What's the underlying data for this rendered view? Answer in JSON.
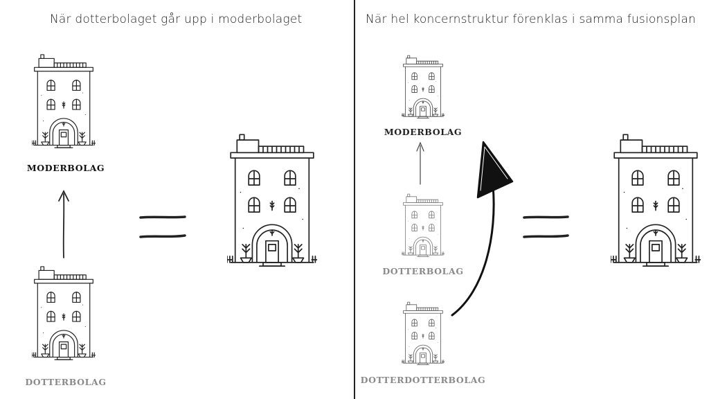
{
  "left_panel": {
    "title": "När dotterbolaget går upp i moderbolaget",
    "top_label": "MODERBOLAG",
    "bottom_label": "DOTTERBOLAG"
  },
  "right_panel": {
    "title": "När hel koncernstruktur förenklas i samma fusionsplan",
    "top_label": "MODERBOLAG",
    "middle_label": "DOTTERBOLAG",
    "bottom_label": "DOTTERDOTTERBOLAG"
  },
  "colors": {
    "ink": "#222222",
    "label_dark": "#111111",
    "label_gray": "#8a8a8a"
  }
}
